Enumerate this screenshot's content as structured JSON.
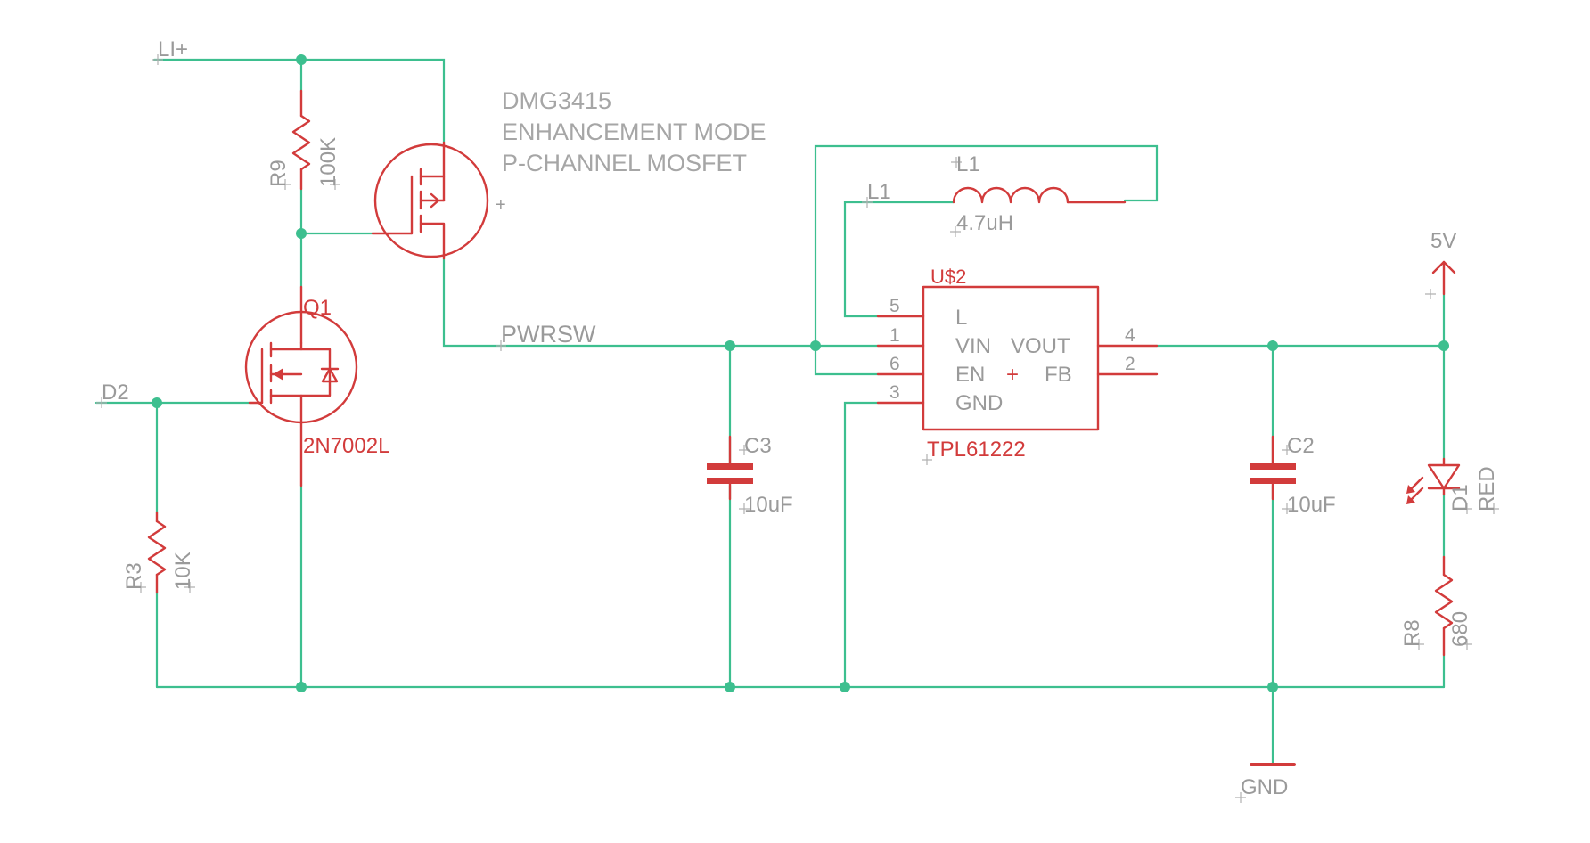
{
  "nets": {
    "vin": "LI+",
    "pwrsw": "PWRSW",
    "l1_net": "L1",
    "d2": "D2",
    "out5v": "5V",
    "gnd": "GND"
  },
  "notes": {
    "line1": "DMG3415",
    "line2": "ENHANCEMENT MODE",
    "line3": "P-CHANNEL MOSFET",
    "pmos_plus": "+"
  },
  "components": {
    "r9": {
      "name": "R9",
      "value": "100K"
    },
    "r3": {
      "name": "R3",
      "value": "10K"
    },
    "r8": {
      "name": "R8",
      "value": "680"
    },
    "q1": {
      "name": "Q1",
      "value": "2N7002L"
    },
    "l1": {
      "name": "L1",
      "value": "4.7uH"
    },
    "c3": {
      "name": "C3",
      "value": "10uF"
    },
    "c2": {
      "name": "C2",
      "value": "10uF"
    },
    "d1": {
      "name": "D1",
      "value": "RED"
    },
    "u2": {
      "name": "U$2",
      "value": "TPL61222",
      "pin_l": "L",
      "pin_vin": "VIN",
      "pin_en": "EN",
      "pin_gnd": "GND",
      "pin_vout": "VOUT",
      "pin_fb": "FB",
      "num_5": "5",
      "num_1": "1",
      "num_6": "6",
      "num_3": "3",
      "num_4": "4",
      "num_2": "2",
      "plus": "+"
    }
  },
  "colors": {
    "wire": "#3dbf8f",
    "part": "#d23b3b",
    "label": "#9a9a9a"
  }
}
